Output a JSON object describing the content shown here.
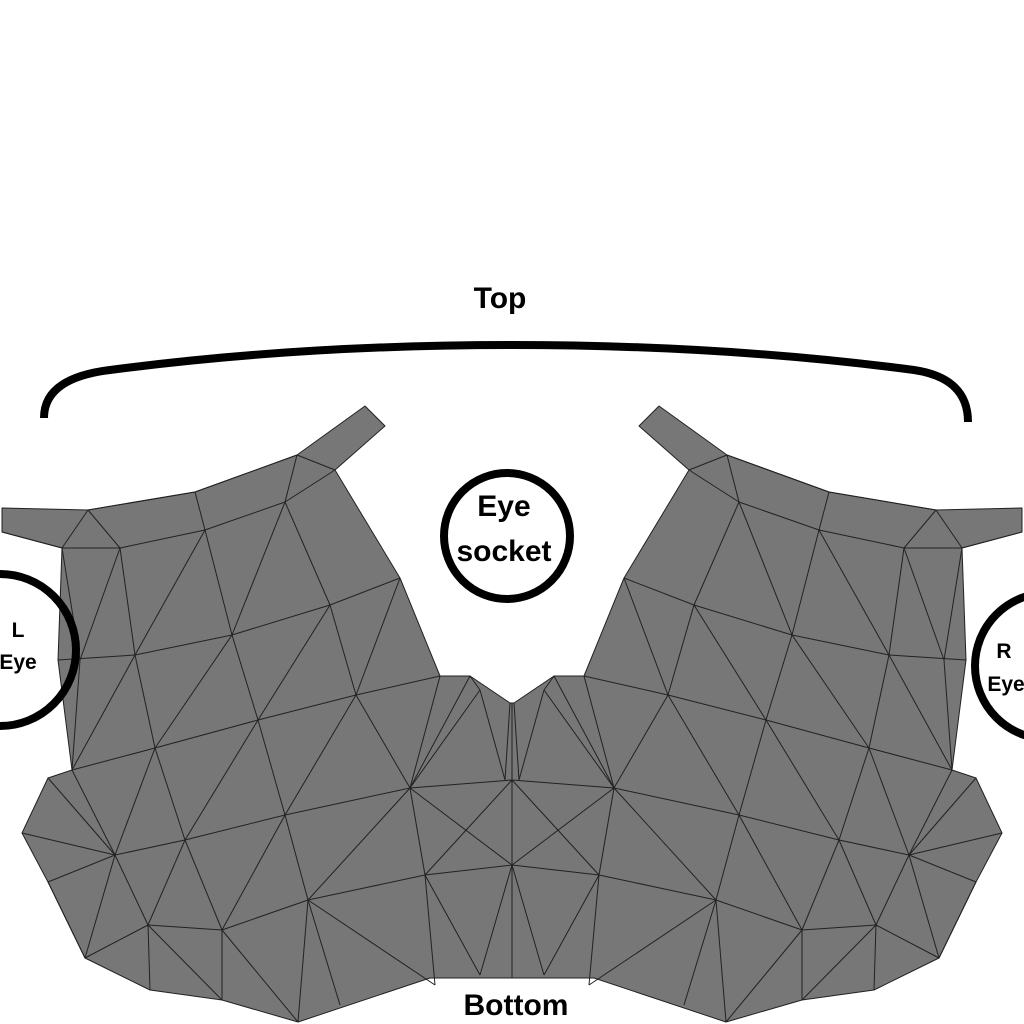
{
  "labels": {
    "top": "Top",
    "bottom": "Bottom",
    "eye_socket_line1": "Eye",
    "eye_socket_line2": "socket",
    "left_eye_line1": "L",
    "left_eye_line2": "Eye",
    "right_eye_line1": "R",
    "right_eye_line2": "Eye"
  },
  "colors": {
    "mesh_fill": "#777777",
    "mesh_edge": "#222222",
    "outline": "#000000",
    "background": "#ffffff"
  }
}
